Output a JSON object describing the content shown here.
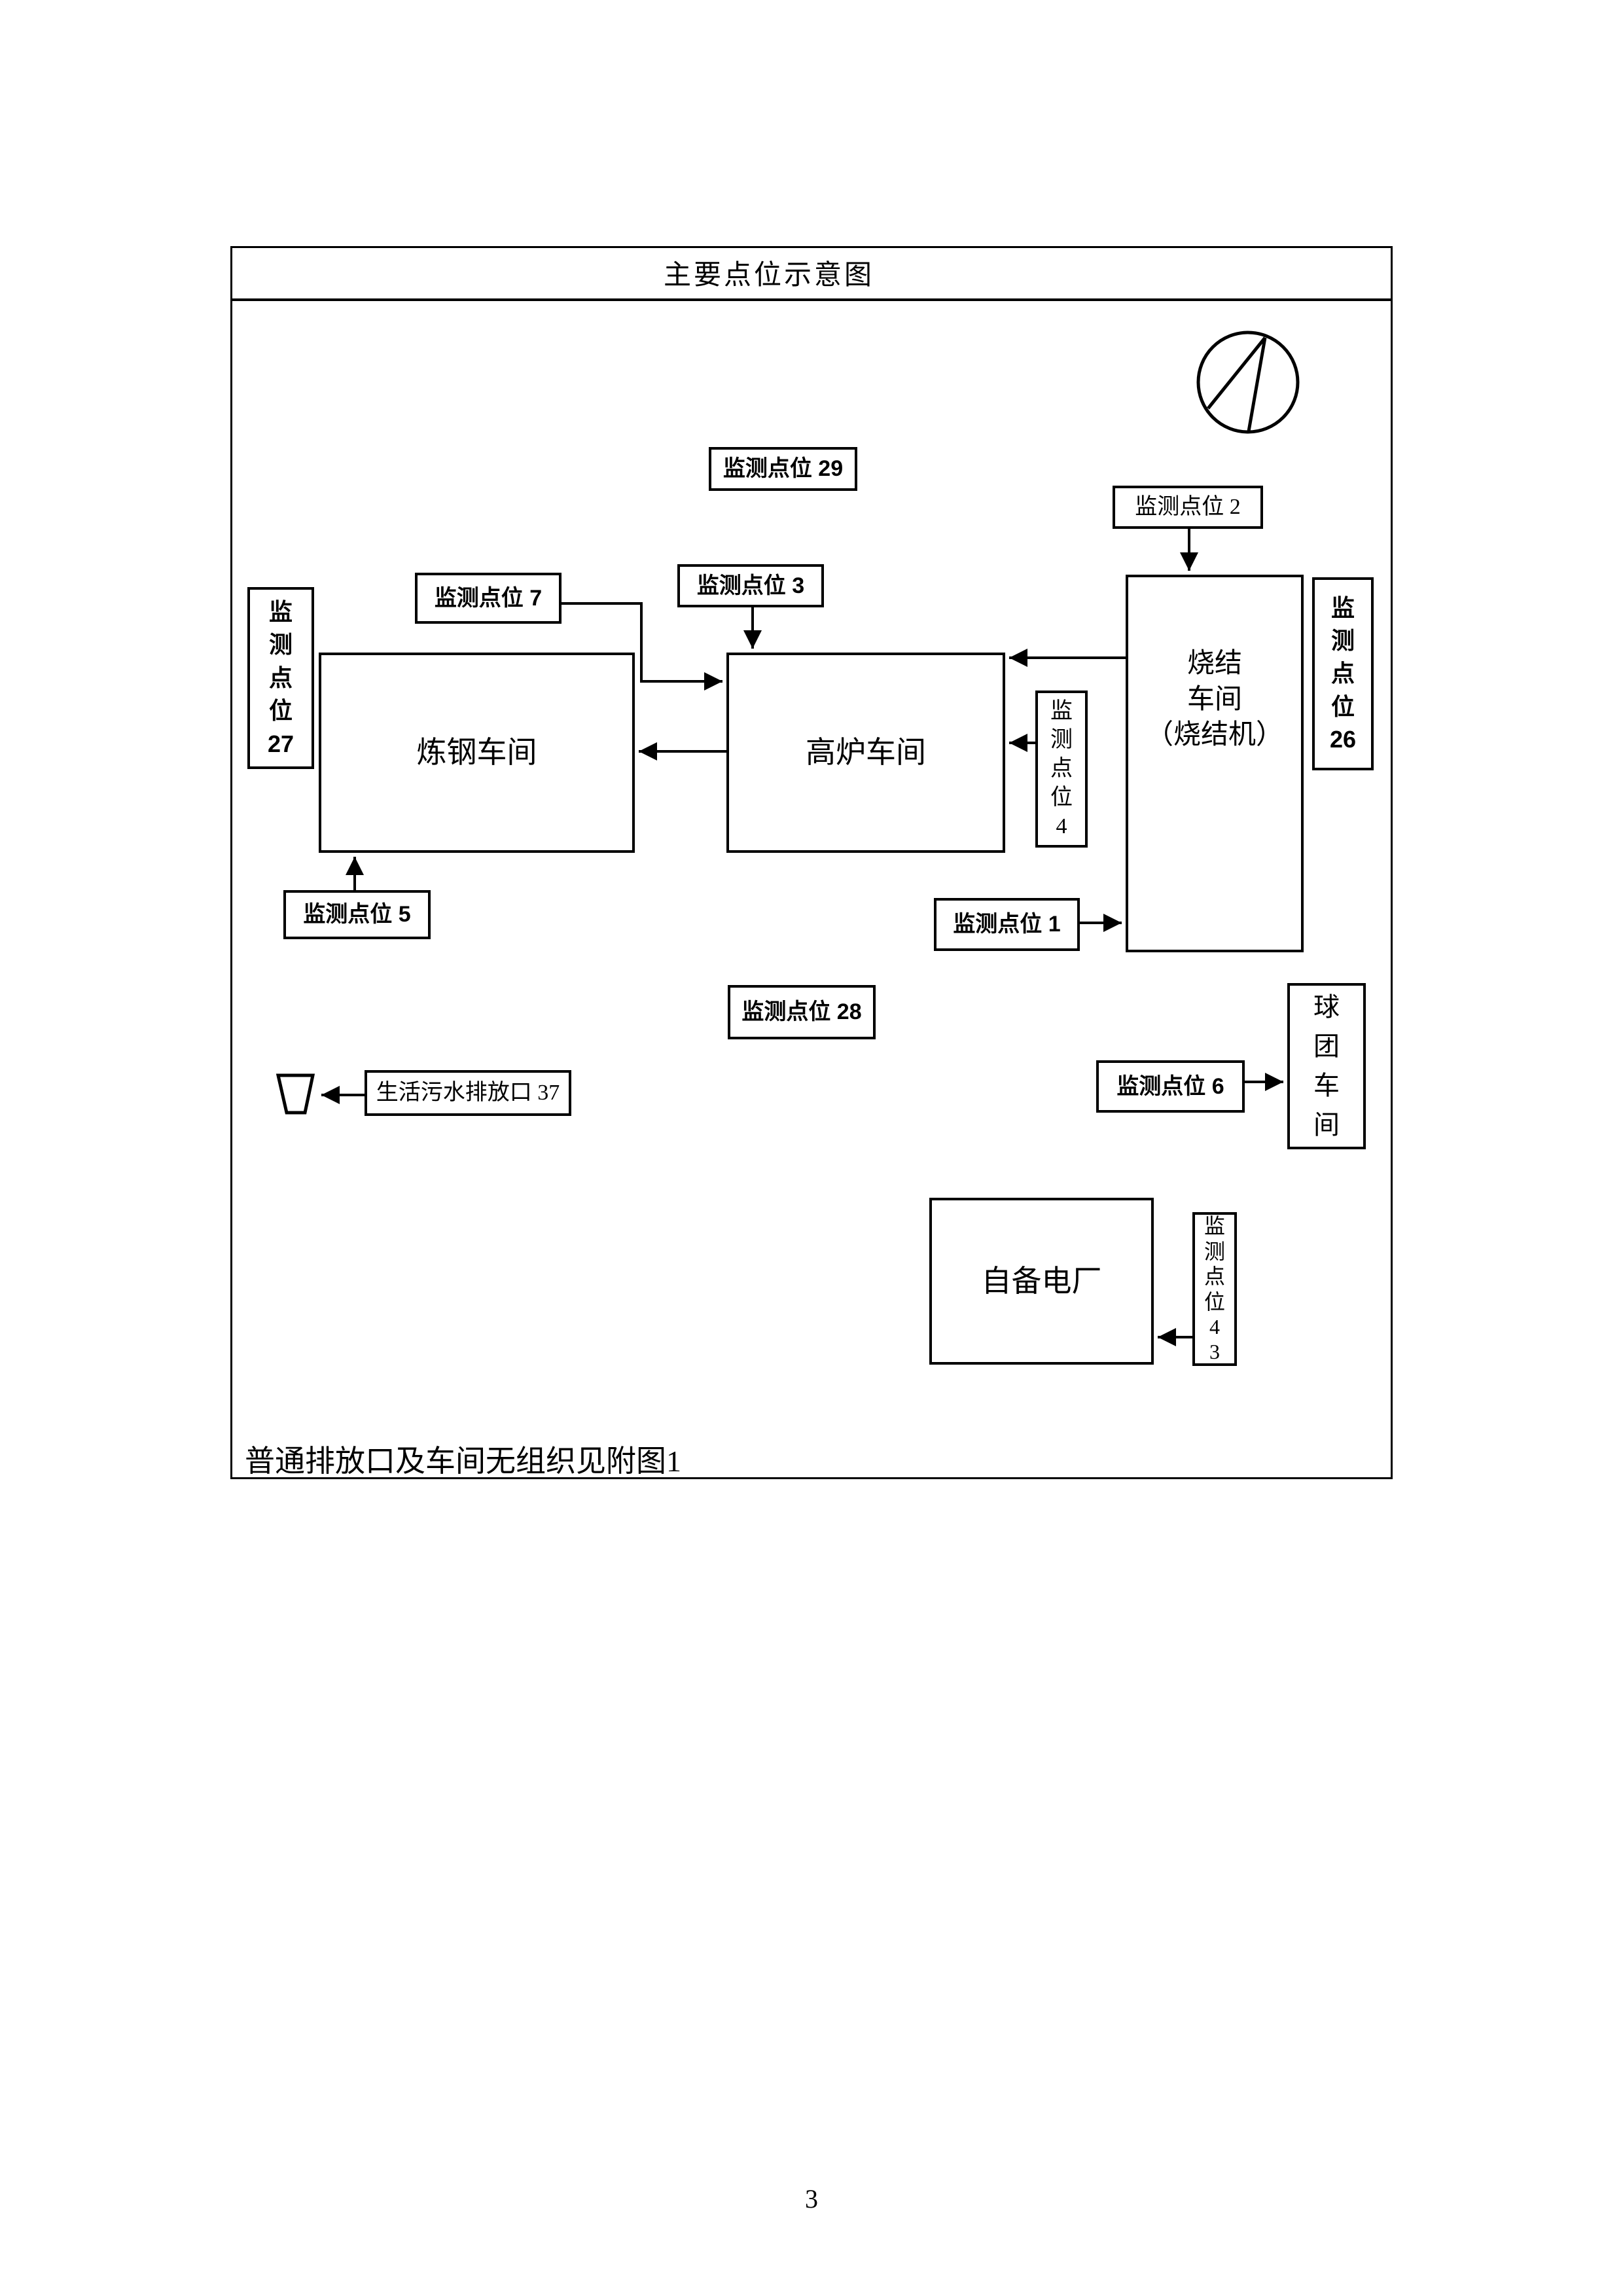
{
  "page": {
    "title": "主要点位示意图",
    "note": "普通排放口及车间无组织见附图1",
    "page_number": "3"
  },
  "workshops": {
    "steelmaking": "炼钢车间",
    "blast_furnace": "高炉车间",
    "sintering": "烧结\n车间\n（烧结机）",
    "pellet": "球\n团\n车\n间",
    "power_plant": "自备电厂"
  },
  "monitor_points": {
    "p29": "监测点位 29",
    "p2": "监测点位 2",
    "p7": "监测点位 7",
    "p3": "监测点位 3",
    "p27": "监\n测\n点\n位\n27",
    "p26": "监\n测\n点\n位\n26",
    "p4": "监\n测\n点\n位\n4",
    "p5": "监测点位 5",
    "p1": "监测点位 1",
    "p28": "监测点位 28",
    "p6": "监测点位 6",
    "p43": "监\n测\n点\n位\n4\n3",
    "sewage": "生活污水排放口 37"
  },
  "colors": {
    "ink": "#000000",
    "paper": "#ffffff"
  }
}
